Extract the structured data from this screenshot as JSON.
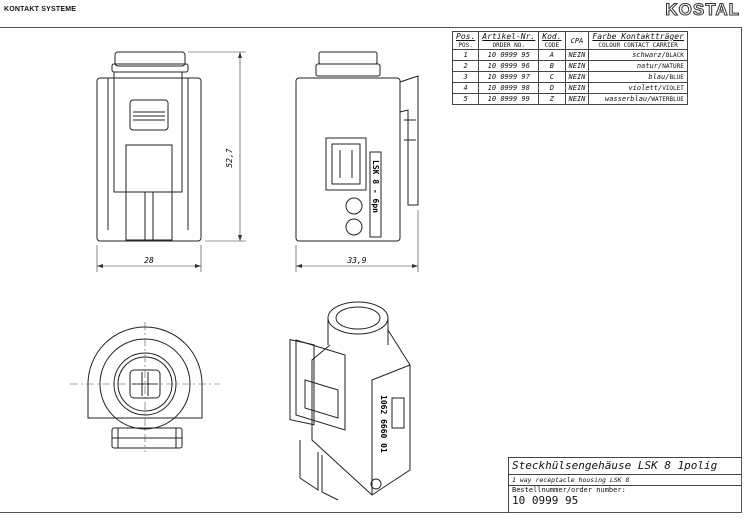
{
  "brand": "KONTAKT SYSTEME",
  "logo": "KOSTAL",
  "dimensions": {
    "height": "52,7",
    "width_front": "28",
    "width_side": "33,9"
  },
  "side_label": "LSK 8 - 6pn",
  "iso_label": "1062 6660 01",
  "table": {
    "headers": [
      {
        "de": "Pos.",
        "en": "POS."
      },
      {
        "de": "Artikel-Nr.",
        "en": "ORDER NO."
      },
      {
        "de": "Kod.",
        "en": "CODE"
      },
      {
        "de": "CPA",
        "en": ""
      },
      {
        "de": "Farbe Kontaktträger",
        "en": "COLOUR CONTACT CARRIER"
      }
    ],
    "rows": [
      {
        "pos": "1",
        "order": "10 0999 95",
        "code": "A",
        "cpa": "NEIN",
        "color_de": "schwarz",
        "color_en": "BLACK"
      },
      {
        "pos": "2",
        "order": "10 0999 96",
        "code": "B",
        "cpa": "NEIN",
        "color_de": "natur",
        "color_en": "NATURE"
      },
      {
        "pos": "3",
        "order": "10 0999 97",
        "code": "C",
        "cpa": "NEIN",
        "color_de": "blau",
        "color_en": "BLUE"
      },
      {
        "pos": "4",
        "order": "10 0999 98",
        "code": "D",
        "cpa": "NEIN",
        "color_de": "violett",
        "color_en": "VIOLET"
      },
      {
        "pos": "5",
        "order": "10 0999 99",
        "code": "Z",
        "cpa": "NEIN",
        "color_de": "wasserblau",
        "color_en": "WATERBLUE"
      }
    ]
  },
  "title": {
    "name_de": "Steckhülsengehäuse LSK 8 1polig",
    "name_en": "1 way receptacle housing LSK 8",
    "order_label": "Bestellnummer/order number:",
    "order_number": "10 0999 95"
  }
}
